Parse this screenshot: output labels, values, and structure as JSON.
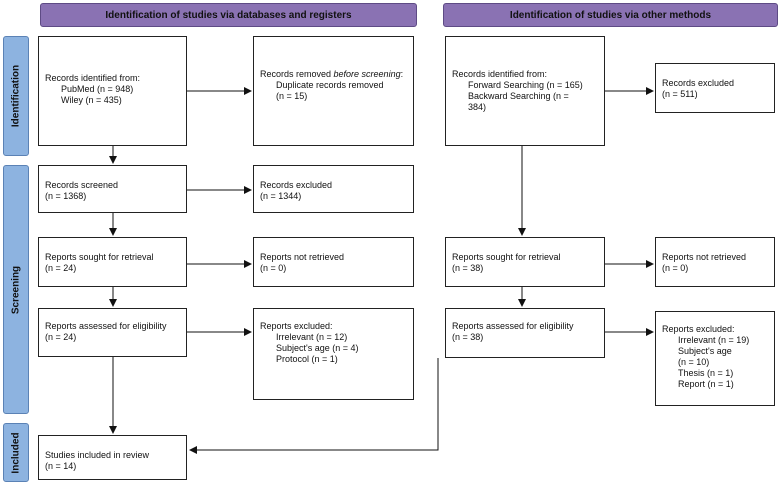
{
  "headers": {
    "left": "Identification of studies via databases and registers",
    "right": "Identification of studies via other methods"
  },
  "phases": {
    "identification": "Identification",
    "screening": "Screening",
    "included": "Included"
  },
  "db": {
    "identified": {
      "title": "Records identified from:",
      "lines": [
        "PubMed (n = 948)",
        "Wiley (n = 435)"
      ]
    },
    "removed": {
      "title_a": "Records removed ",
      "title_em": "before screening",
      "title_b": ":",
      "lines": [
        "Duplicate records removed",
        "(n = 15)"
      ]
    },
    "screened": {
      "title": "Records screened",
      "n": "(n = 1368)"
    },
    "excluded": {
      "title": "Records excluded",
      "n": "(n = 1344)"
    },
    "sought": {
      "title": "Reports sought for retrieval",
      "n": "(n = 24)"
    },
    "not_retrieved": {
      "title": "Reports not retrieved",
      "n": "(n = 0)"
    },
    "assessed": {
      "title": "Reports assessed for eligibility",
      "n": "(n = 24)"
    },
    "reports_excluded": {
      "title": "Reports excluded:",
      "lines": [
        "Irrelevant (n = 12)",
        "Subject's age (n = 4)",
        "Protocol (n = 1)"
      ]
    },
    "included": {
      "title": "Studies included in review",
      "n": "(n = 14)"
    }
  },
  "other": {
    "identified": {
      "title": "Records identified from:",
      "lines": [
        "Forward Searching (n = 165)",
        "Backward Searching (n =",
        "384)"
      ]
    },
    "excluded": {
      "title": "Records excluded",
      "n": "(n = 511)"
    },
    "sought": {
      "title": "Reports sought for retrieval",
      "n": "(n = 38)"
    },
    "not_retrieved": {
      "title": "Reports not retrieved",
      "n": "(n = 0)"
    },
    "assessed": {
      "title": "Reports assessed for eligibility",
      "n": "(n = 38)"
    },
    "reports_excluded": {
      "title": "Reports excluded:",
      "lines": [
        "Irrelevant (n = 19)",
        "Subject's age",
        "(n = 10)",
        "Thesis (n = 1)",
        "Report (n = 1)"
      ]
    }
  }
}
